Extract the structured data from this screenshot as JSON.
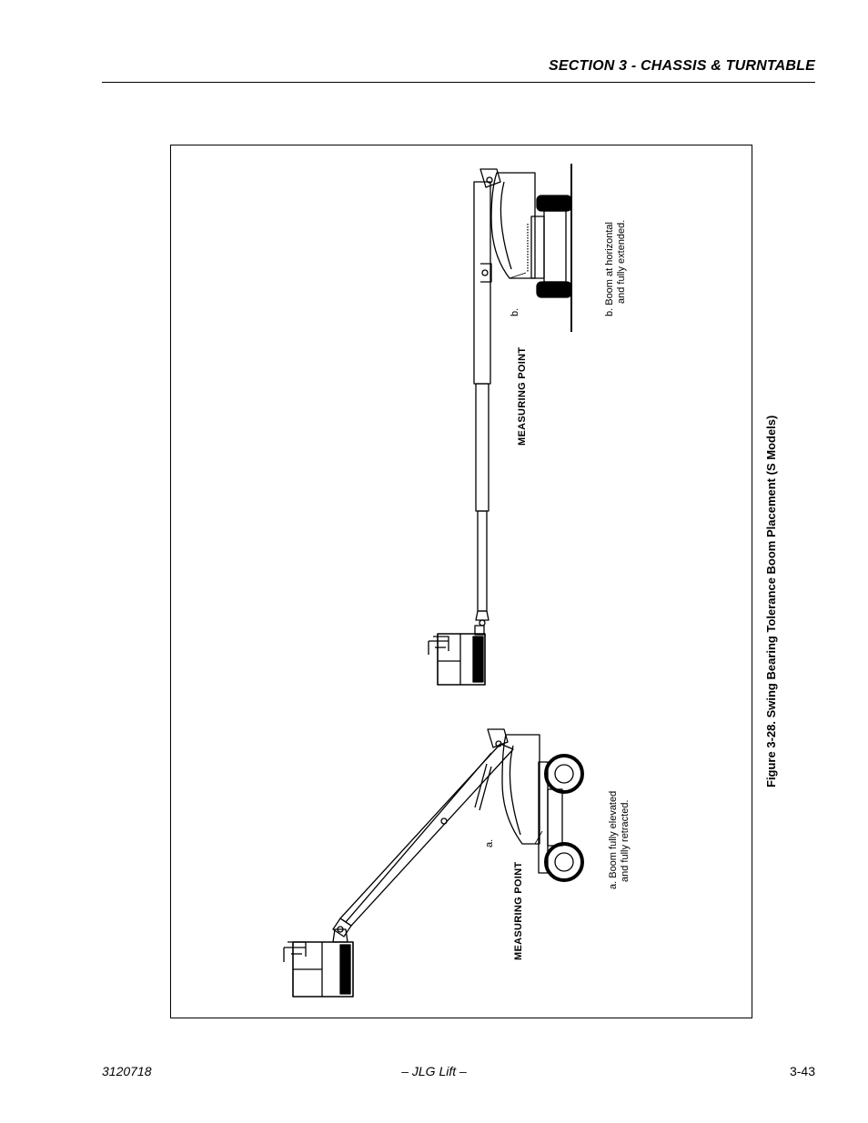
{
  "header": {
    "section_title": "SECTION 3 - CHASSIS & TURNTABLE"
  },
  "figure": {
    "caption": "Figure 3-28.  Swing Bearing Tolerance Boom Placement (S Models)",
    "view_a": {
      "letter": "a.",
      "measuring_point_label": "MEASURING POINT",
      "desc_line1": "a. Boom fully elevated",
      "desc_line2": "and fully retracted."
    },
    "view_b": {
      "letter": "b.",
      "measuring_point_label": "MEASURING POINT",
      "desc_line1": "b. Boom at horizontal",
      "desc_line2": "and fully extended."
    }
  },
  "footer": {
    "doc_number": "3120718",
    "center_text": "– JLG Lift –",
    "page_number": "3-43"
  }
}
